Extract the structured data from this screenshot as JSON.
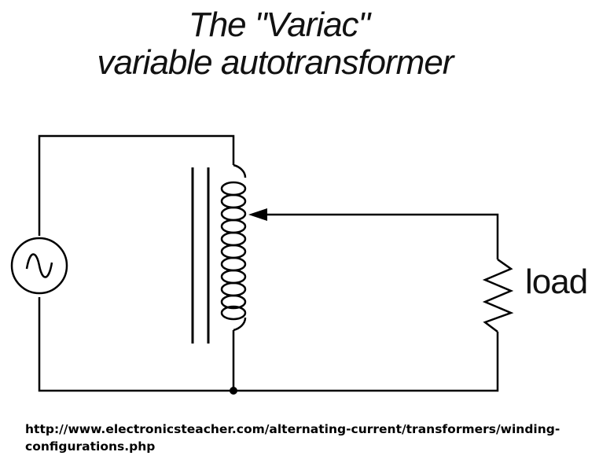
{
  "title": {
    "line1": "The \"Variac\"",
    "line2": "variable autotransformer"
  },
  "labels": {
    "load": "load"
  },
  "components": {
    "source": "ac-source-icon",
    "core": "iron-core",
    "winding": "variable-winding",
    "wiper": "wiper-arrow",
    "load": "resistor-icon"
  },
  "source_url": {
    "line1": "http://www.electronicsteacher.com/alternating-current/transformers/winding-",
    "line2": "configurations.php"
  }
}
